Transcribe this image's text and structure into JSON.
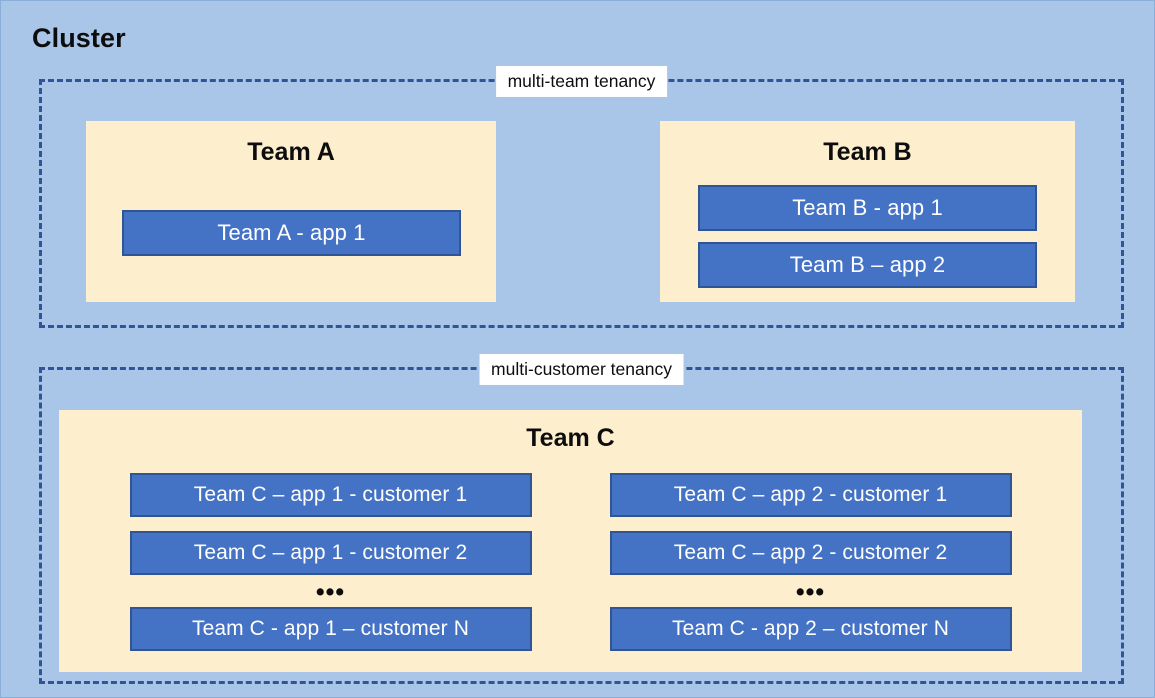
{
  "diagram": {
    "title": "Cluster",
    "background_color": "#A9C5E8",
    "panel_color": "#FDEECD",
    "app_color": "#4472C4",
    "app_border_color": "#2F5597",
    "dashed_border_color": "#2F5597",
    "label_background": "#FFFFFF",
    "text_color": "#0D0D0D"
  },
  "tenancies": [
    {
      "id": "multi-team",
      "label": "multi-team tenancy",
      "teams": [
        {
          "id": "team-a",
          "title": "Team A",
          "apps": [
            "Team A - app 1"
          ]
        },
        {
          "id": "team-b",
          "title": "Team B",
          "apps": [
            "Team B - app 1",
            "Team B – app 2"
          ]
        }
      ]
    },
    {
      "id": "multi-customer",
      "label": "multi-customer tenancy",
      "teams": [
        {
          "id": "team-c",
          "title": "Team C",
          "columns": [
            {
              "id": "team-c-app-1",
              "items_top": [
                "Team C – app 1 - customer 1",
                "Team C – app 1 - customer 2"
              ],
              "ellipsis": "•••",
              "items_bottom": [
                "Team C - app 1 – customer N"
              ]
            },
            {
              "id": "team-c-app-2",
              "items_top": [
                "Team C – app 2 - customer 1",
                "Team C – app 2 - customer 2"
              ],
              "ellipsis": "•••",
              "items_bottom": [
                "Team C - app 2 – customer N"
              ]
            }
          ]
        }
      ]
    }
  ]
}
